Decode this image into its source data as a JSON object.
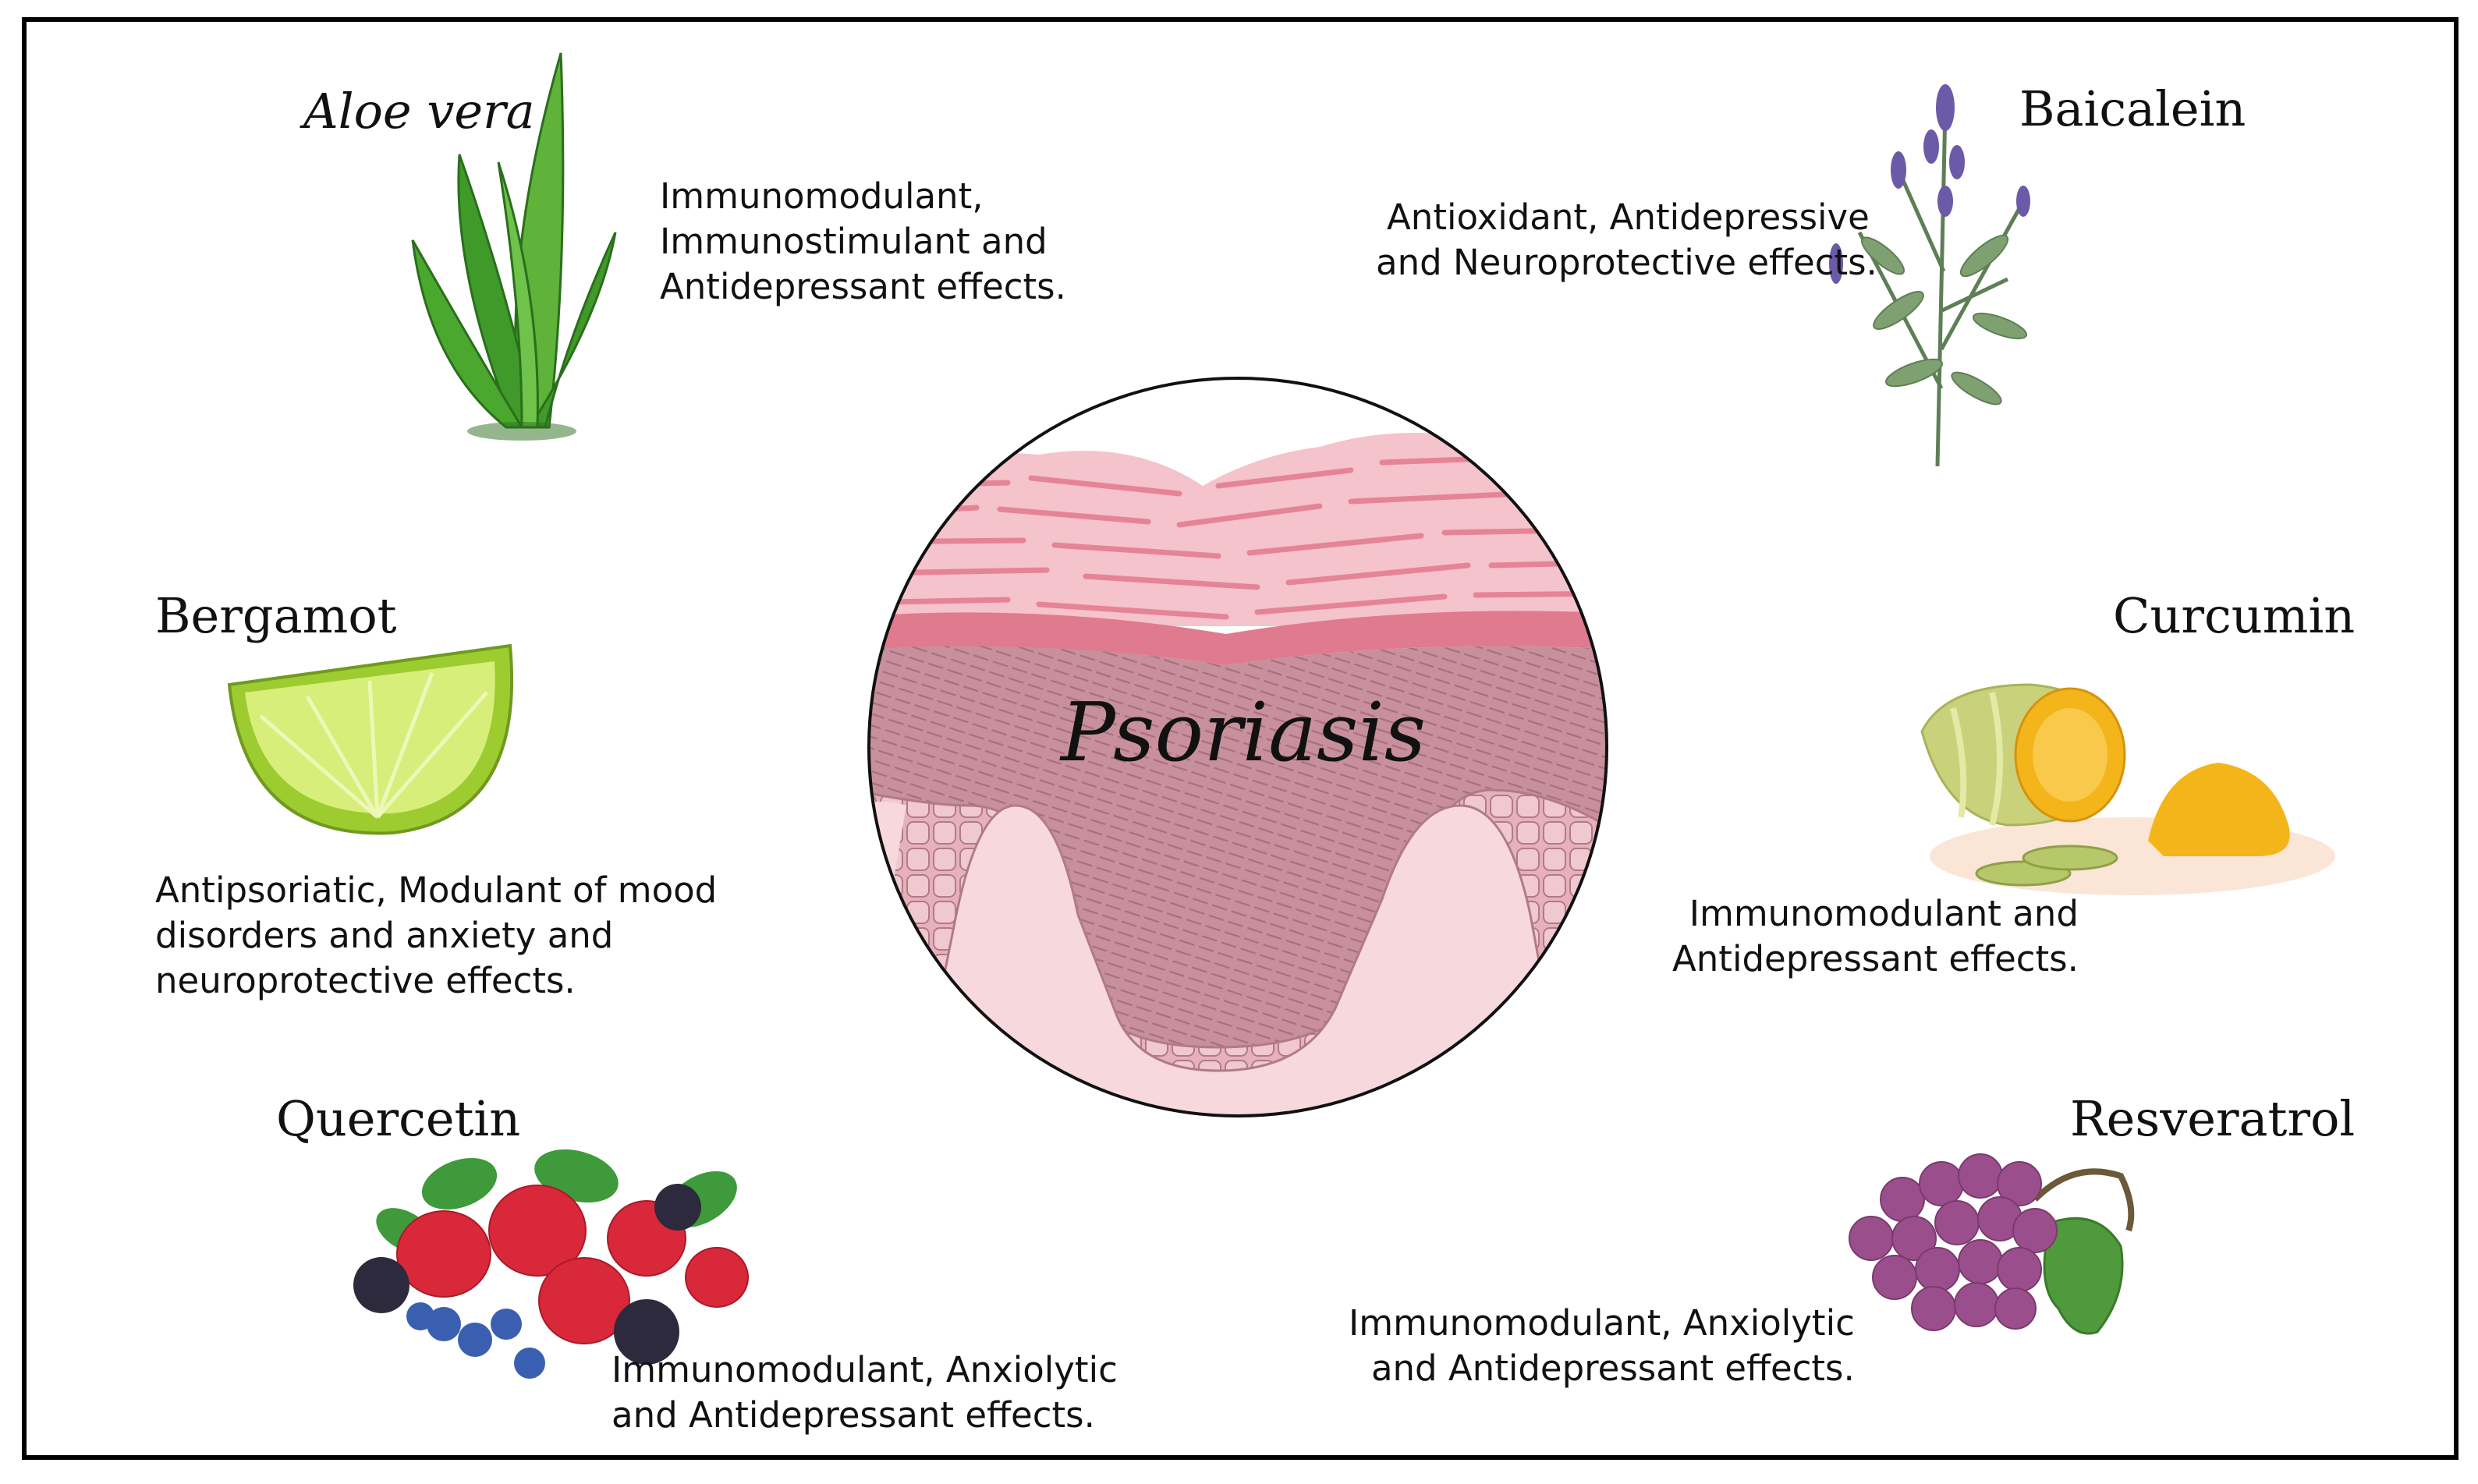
{
  "center": {
    "label": "Psoriasis"
  },
  "compounds": {
    "aloe": {
      "name": "Aloe vera",
      "lines": [
        "Immunomodulant,",
        "Immunostimulant and",
        "Antidepressant effects."
      ],
      "icon": "aloe-vera-icon"
    },
    "baicalein": {
      "name": "Baicalein",
      "lines": [
        "Antioxidant, Antidepressive",
        "and Neuroprotective effects."
      ],
      "icon": "skullcap-plant-icon"
    },
    "bergamot": {
      "name": "Bergamot",
      "lines": [
        "Antipsoriatic, Modulant of mood",
        "disorders and anxiety and",
        "neuroprotective effects."
      ],
      "icon": "citrus-slice-icon"
    },
    "curcumin": {
      "name": "Curcumin",
      "lines": [
        "Immunomodulant and",
        "Antidepressant effects."
      ],
      "icon": "turmeric-icon"
    },
    "quercetin": {
      "name": "Quercetin",
      "lines": [
        "Immunomodulant, Anxiolytic",
        "and Antidepressant effects."
      ],
      "icon": "berries-icon"
    },
    "resveratrol": {
      "name": "Resveratrol",
      "lines": [
        "Immunomodulant, Anxiolytic",
        "and Antidepressant effects."
      ],
      "icon": "grapes-icon"
    }
  },
  "colors": {
    "aloe_green": "#3f9a2a",
    "lavender": "#6b5aa8",
    "lime": "#9ccc2f",
    "turmeric": "#f3b51a",
    "berry_red": "#d8283a",
    "grape": "#9a4f8c",
    "skin_pink": "#e79aa6",
    "border": "#000000"
  }
}
